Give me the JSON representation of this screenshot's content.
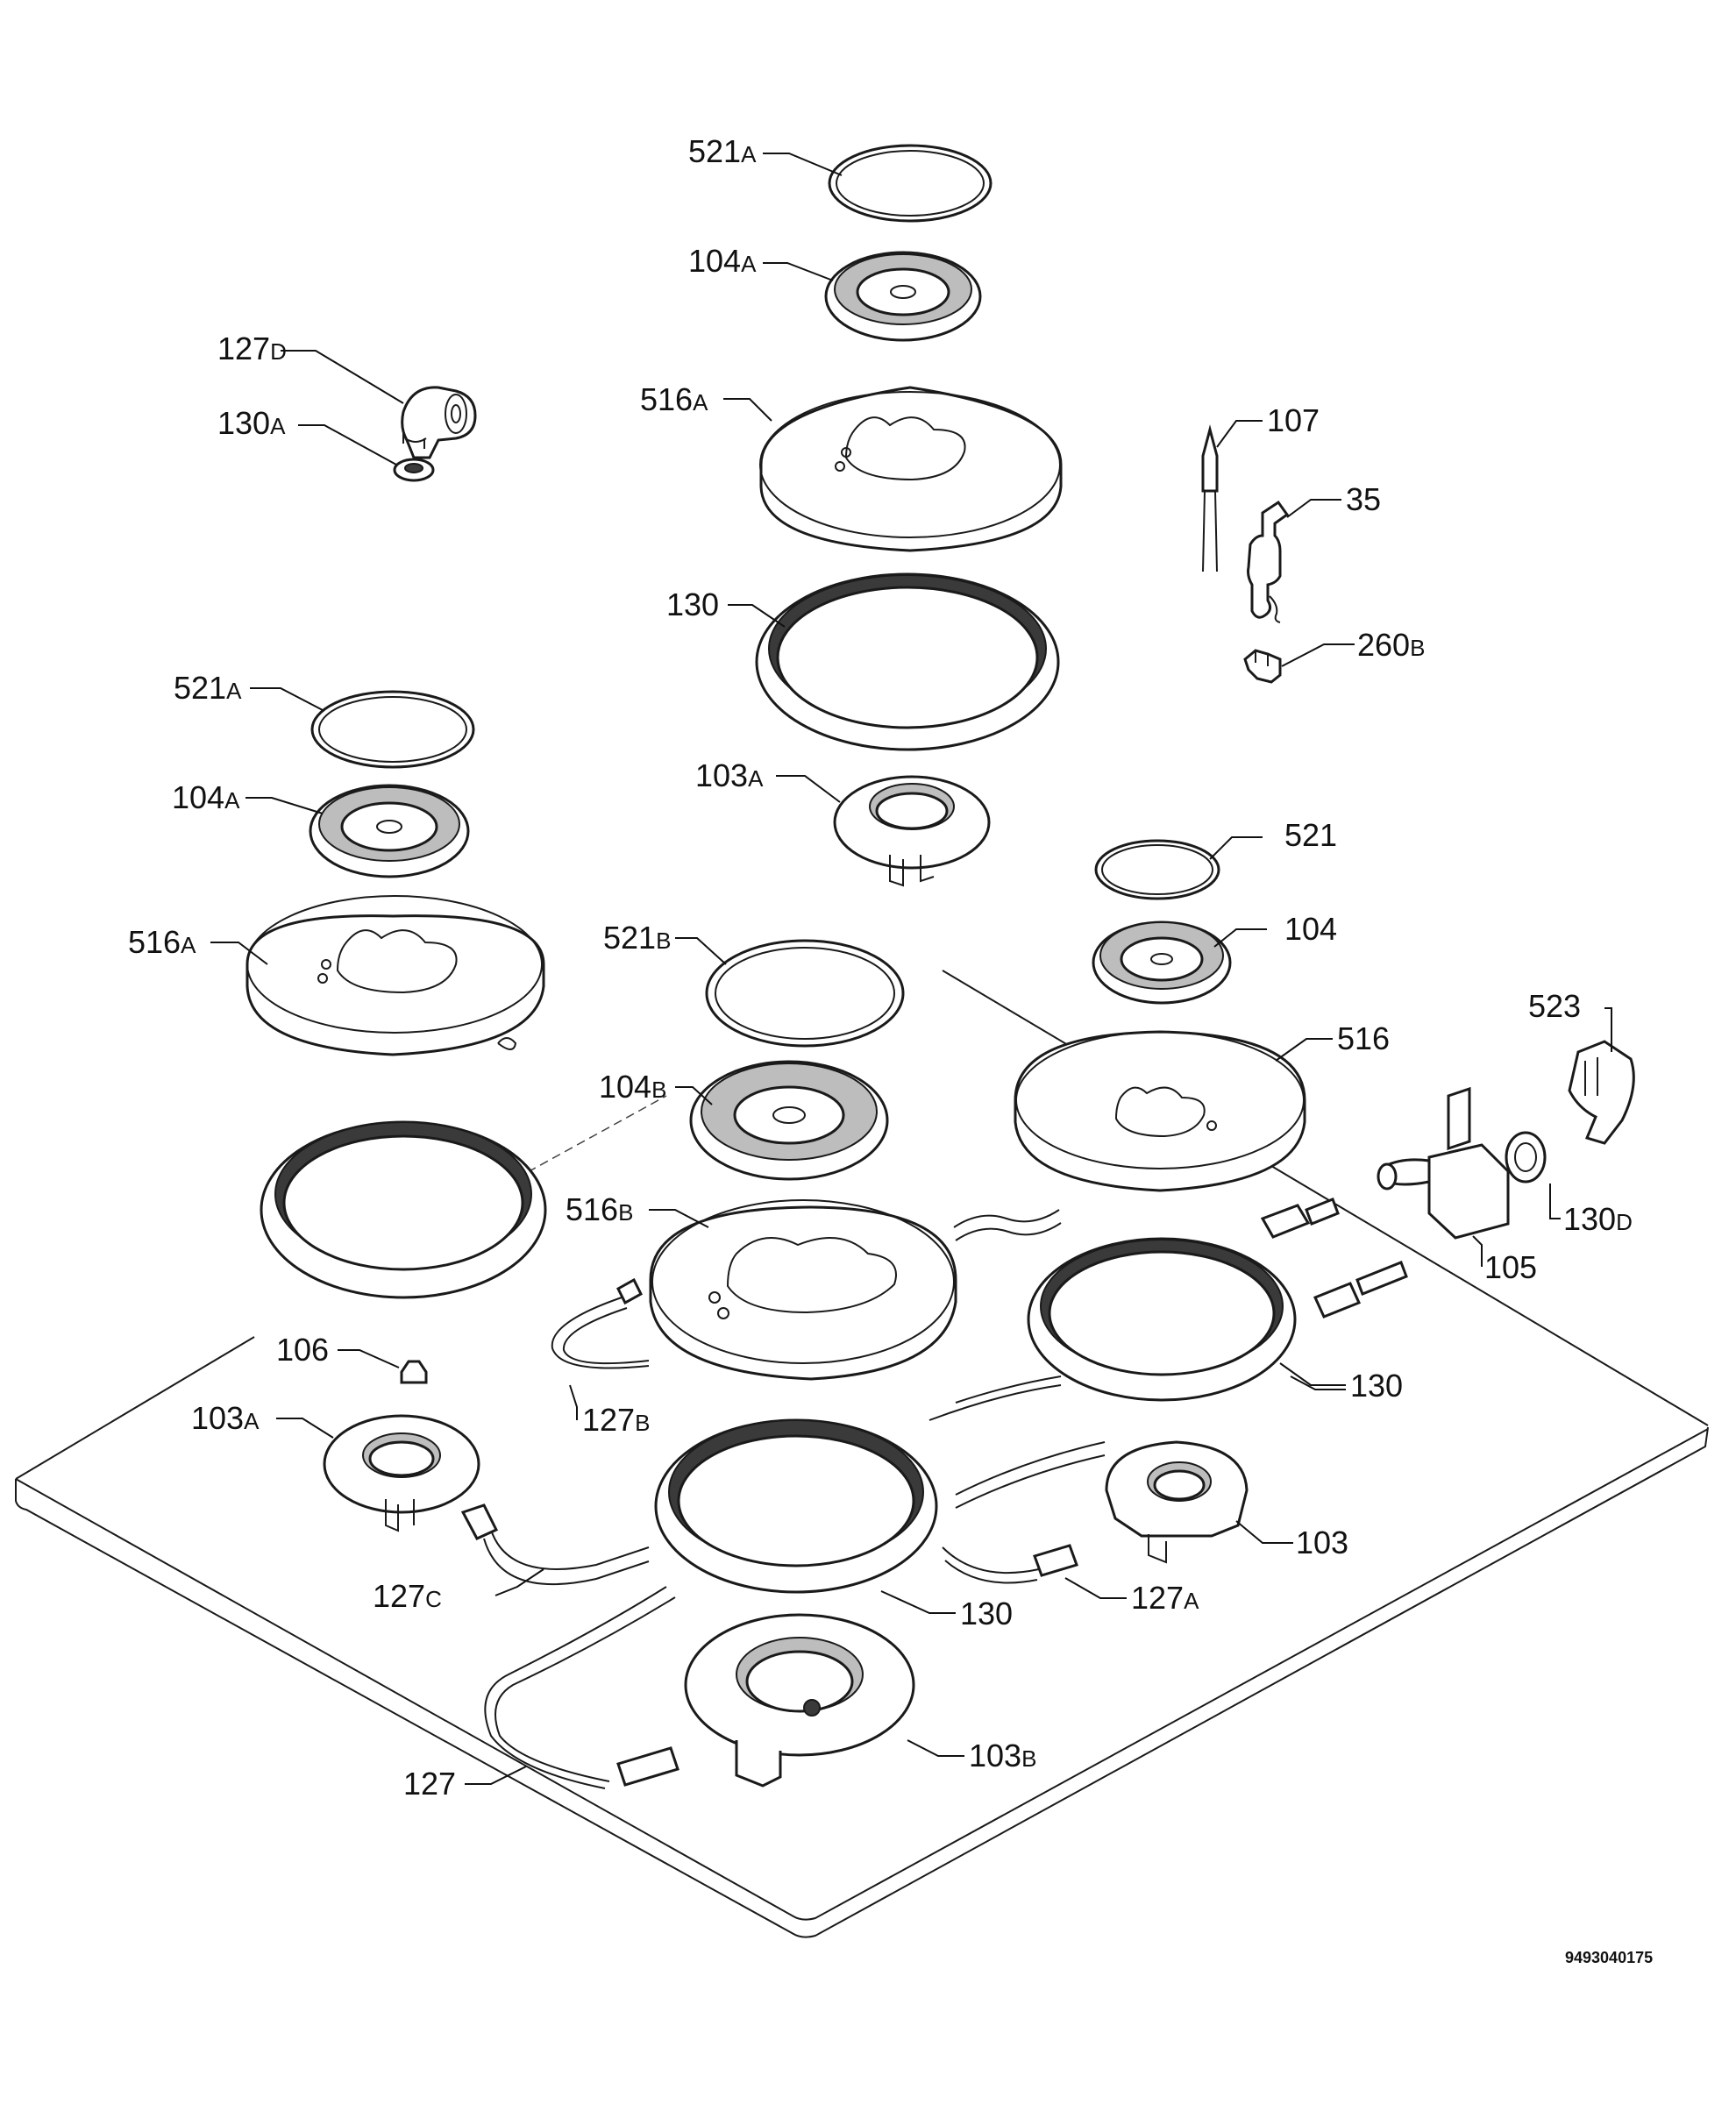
{
  "diagram": {
    "code": "9493040175",
    "labels": [
      {
        "id": "l01",
        "num": "521",
        "suf": "A"
      },
      {
        "id": "l02",
        "num": "104",
        "suf": "A"
      },
      {
        "id": "l03",
        "num": "127",
        "suf": "D"
      },
      {
        "id": "l04",
        "num": "130",
        "suf": "A"
      },
      {
        "id": "l05",
        "num": "516",
        "suf": "A"
      },
      {
        "id": "l06",
        "num": "107",
        "suf": ""
      },
      {
        "id": "l07",
        "num": "35",
        "suf": ""
      },
      {
        "id": "l08",
        "num": "130",
        "suf": ""
      },
      {
        "id": "l09",
        "num": "260",
        "suf": "B"
      },
      {
        "id": "l10",
        "num": "521",
        "suf": "A"
      },
      {
        "id": "l11",
        "num": "103",
        "suf": "A"
      },
      {
        "id": "l12",
        "num": "104",
        "suf": "A"
      },
      {
        "id": "l13",
        "num": "521",
        "suf": ""
      },
      {
        "id": "l14",
        "num": "516",
        "suf": "A"
      },
      {
        "id": "l15",
        "num": "521",
        "suf": "B"
      },
      {
        "id": "l16",
        "num": "104",
        "suf": ""
      },
      {
        "id": "l17",
        "num": "523",
        "suf": ""
      },
      {
        "id": "l18",
        "num": "516",
        "suf": ""
      },
      {
        "id": "l19",
        "num": "104",
        "suf": "B"
      },
      {
        "id": "l20",
        "num": "130",
        "suf": ""
      },
      {
        "id": "l21",
        "num": "130",
        "suf": "D"
      },
      {
        "id": "l22",
        "num": "516",
        "suf": "B"
      },
      {
        "id": "l23",
        "num": "105",
        "suf": ""
      },
      {
        "id": "l24",
        "num": "106",
        "suf": ""
      },
      {
        "id": "l25",
        "num": "130",
        "suf": ""
      },
      {
        "id": "l26",
        "num": "127",
        "suf": "B"
      },
      {
        "id": "l27",
        "num": "103",
        "suf": "A"
      },
      {
        "id": "l28",
        "num": "103",
        "suf": ""
      },
      {
        "id": "l29",
        "num": "127",
        "suf": "C"
      },
      {
        "id": "l30",
        "num": "127",
        "suf": "A"
      },
      {
        "id": "l31",
        "num": "130",
        "suf": ""
      },
      {
        "id": "l32",
        "num": "103",
        "suf": "B"
      },
      {
        "id": "l33",
        "num": "127",
        "suf": ""
      }
    ]
  }
}
